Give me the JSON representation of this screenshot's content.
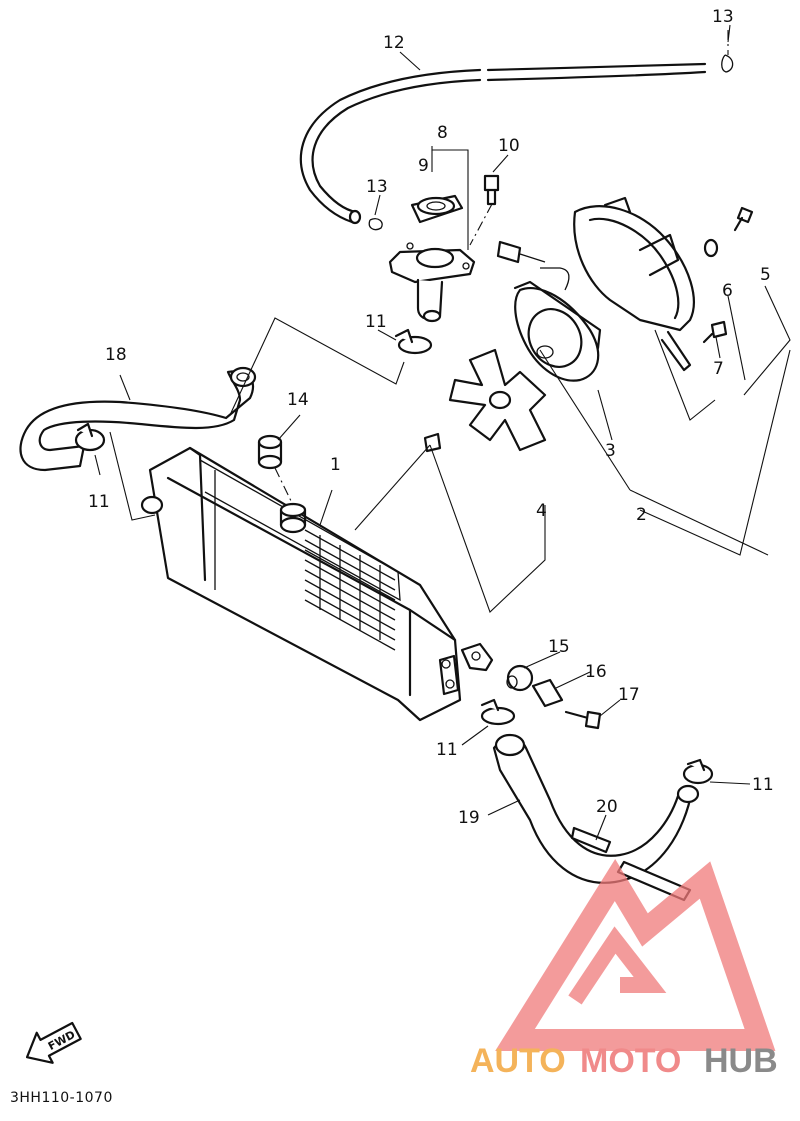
{
  "diagram": {
    "part_numbers": {
      "p1": "1",
      "p2": "2",
      "p3": "3",
      "p4": "4",
      "p5": "5",
      "p6": "6",
      "p7": "7",
      "p8": "8",
      "p9": "9",
      "p10": "10",
      "p11a": "11",
      "p11b": "11",
      "p11c": "11",
      "p11d": "11",
      "p12": "12",
      "p13a": "13",
      "p13b": "13",
      "p14": "14",
      "p15": "15",
      "p16": "16",
      "p17": "17",
      "p18": "18",
      "p19": "19",
      "p20": "20"
    },
    "direction_label": "FWD",
    "drawing_code": "3HH110-1070"
  },
  "watermark": {
    "text_auto": "AUTO",
    "text_moto": "MOTO",
    "text_hub": "HUB",
    "colors": {
      "auto": "#f4b35a",
      "moto": "#f08a8a",
      "hub": "#8a8a8a",
      "logo": "#f07a7a"
    }
  }
}
